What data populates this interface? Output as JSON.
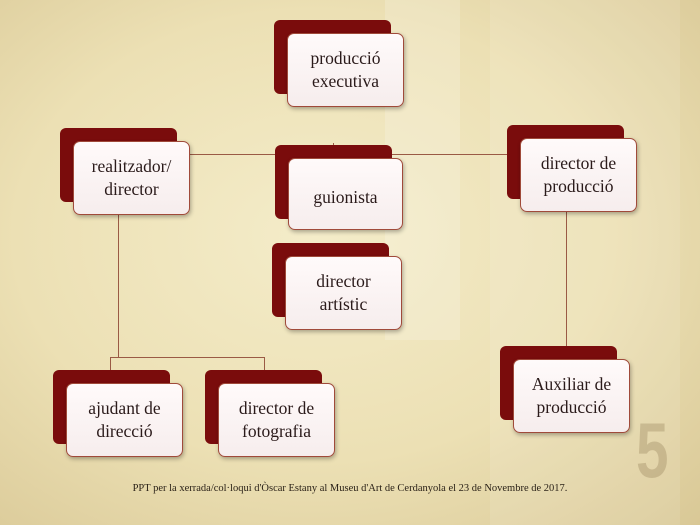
{
  "nodes": {
    "produccio_executiva": "producció\nexecutiva",
    "realitzador": "realitzador/\ndirector",
    "guionista": "guionista",
    "director_artistic": "director\nartístic",
    "director_produccio": "director de\nproducció",
    "ajudant_direccio": "ajudant de\ndirecció",
    "director_fotografia": "director de\nfotografia",
    "auxiliar_produccio": "Auxiliar de\nproducció"
  },
  "slide_number": "5",
  "footer": "PPT per la xerrada/col·loqui d'Òscar Estany al Museu d'Art de Cerdanyola el 23 de Novembre de 2017."
}
